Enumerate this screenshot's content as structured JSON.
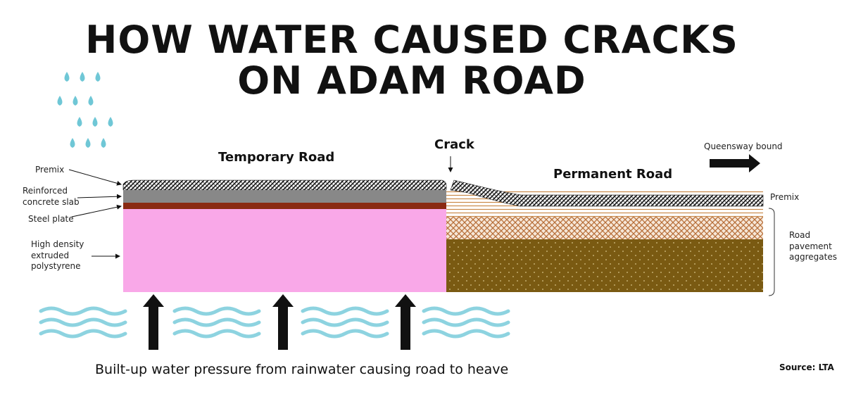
{
  "title": {
    "line1": "HOW WATER CAUSED CRACKS",
    "line2": "ON ADAM ROAD"
  },
  "labels": {
    "temporary_road": "Temporary Road",
    "crack": "Crack",
    "permanent_road": "Permanent Road",
    "queensway": "Queensway bound",
    "premix_left": "Premix",
    "reinforced": "Reinforced concrete slab",
    "steel_plate": "Steel plate",
    "polystyrene": "High density extruded polystyrene",
    "premix_right": "Premix",
    "aggregates": "Road pavement aggregates"
  },
  "caption": "Built-up water pressure from rainwater causing road to heave",
  "source": "Source: LTA",
  "colors": {
    "rain": "#6fc7d6",
    "water": "#8dd3e0",
    "polystyrene": "#f9a8e8",
    "concrete": "#888888",
    "steel": "#8a2a12",
    "aggregate_dark": "#7a5a12",
    "aggregate_stripe": "#c98a4a"
  }
}
